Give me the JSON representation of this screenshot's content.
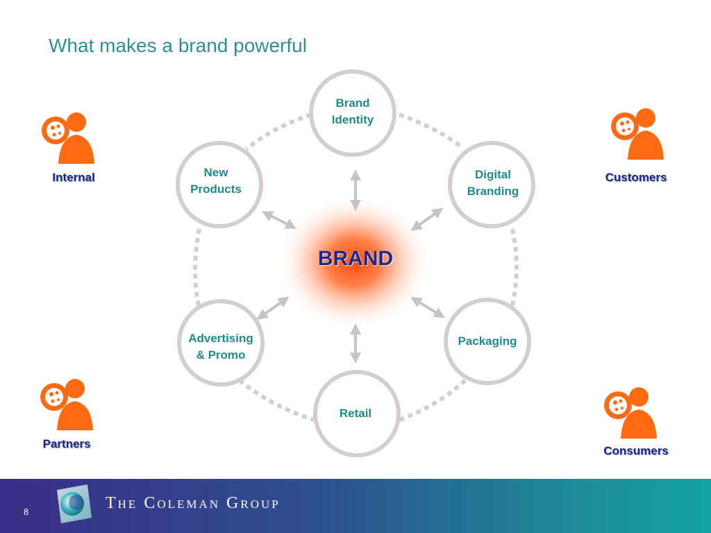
{
  "title": "What makes a brand powerful",
  "center": {
    "label": "BRAND"
  },
  "nodes": {
    "brand_identity": "Brand\nIdentity",
    "new_products": "New\nProducts",
    "digital_branding": "Digital\nBranding",
    "advertising_promo": "Advertising\n& Promo",
    "packaging": "Packaging",
    "retail": "Retail"
  },
  "stakeholders": {
    "internal": "Internal",
    "customers": "Customers",
    "partners": "Partners",
    "consumers": "Consumers"
  },
  "footer": {
    "page_number": "8",
    "company": "The Coleman Group"
  },
  "colors": {
    "title": "#2e8f95",
    "node_text": "#1f8a8e",
    "brand_text": "#1a2a8a",
    "stakeholder_text": "#1a2a8a",
    "person_icon": "#ff6a13",
    "circle_stroke": "#d3cfcf",
    "glow": "#ff5a1a"
  },
  "icons": [
    "person-icon",
    "arrow-icon",
    "logo-mark-icon"
  ]
}
